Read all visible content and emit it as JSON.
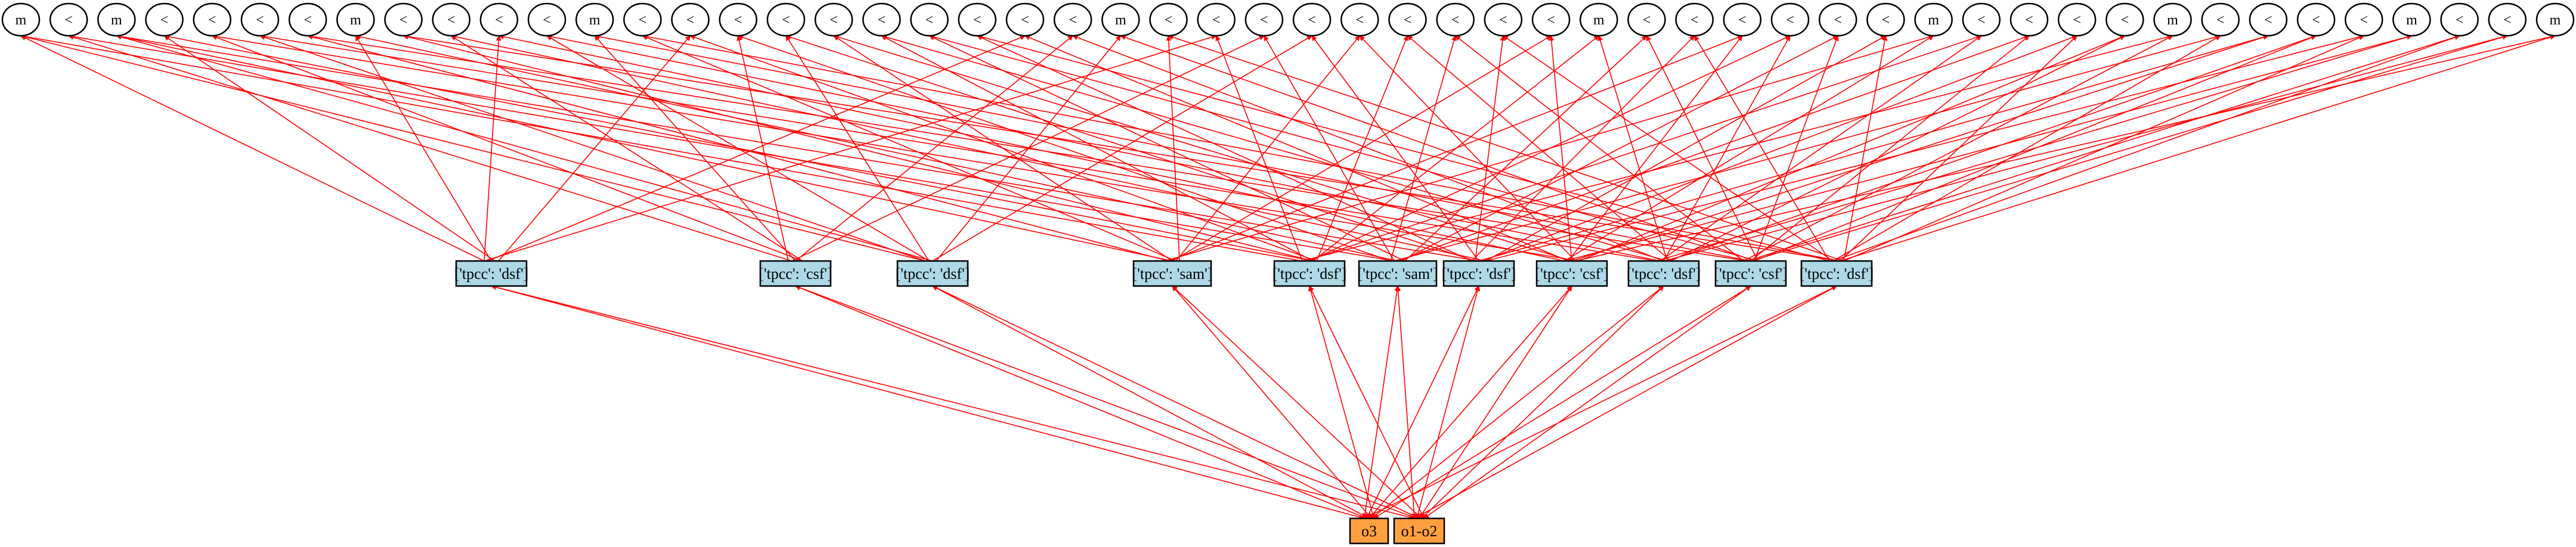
{
  "colors": {
    "edge": "#ff0000",
    "mid_fill": "#add8e6",
    "bot_fill": "#ffa040",
    "node_stroke": "#000000"
  },
  "top_nodes": [
    "m",
    "<",
    "m",
    "<",
    "<",
    "<",
    "<",
    "m",
    "<",
    "<",
    "<",
    "<",
    "m",
    "<",
    "<",
    "<",
    "<",
    "<",
    "<",
    "<",
    "<",
    "<",
    "<",
    "m",
    "<",
    "<",
    "<",
    "<",
    "<",
    "<",
    "<",
    "<",
    "<",
    "m",
    "<",
    "<",
    "<",
    "<",
    "<",
    "<",
    "m",
    "<",
    "<",
    "<",
    "<",
    "m",
    "<",
    "<",
    "<",
    "<",
    "m",
    "<",
    "<",
    "m"
  ],
  "mid_nodes": [
    "['tpcc': 'dsf']",
    "['tpcc': 'csf']",
    "['tpcc': 'dsf']",
    "['tpcc': 'sam']",
    "['tpcc': 'dsf']",
    "['tpcc': 'sam']",
    "['tpcc': 'dsf']",
    "['tpcc': 'csf']",
    "['tpcc': 'dsf']",
    "['tpcc': 'csf']",
    "['tpcc': 'dsf']"
  ],
  "bottom_nodes": [
    "o3",
    "o1-o2"
  ],
  "edges_top_mid": [
    [
      0,
      0
    ],
    [
      0,
      2
    ],
    [
      0,
      4
    ],
    [
      1,
      1
    ],
    [
      1,
      5
    ],
    [
      2,
      2
    ],
    [
      2,
      3
    ],
    [
      2,
      6
    ],
    [
      3,
      0
    ],
    [
      3,
      4
    ],
    [
      4,
      1
    ],
    [
      4,
      7
    ],
    [
      5,
      2
    ],
    [
      5,
      8
    ],
    [
      6,
      3
    ],
    [
      6,
      9
    ],
    [
      7,
      0
    ],
    [
      7,
      5
    ],
    [
      8,
      4
    ],
    [
      8,
      10
    ],
    [
      9,
      1
    ],
    [
      9,
      6
    ],
    [
      10,
      7
    ],
    [
      10,
      0
    ],
    [
      11,
      2
    ],
    [
      11,
      8
    ],
    [
      12,
      1
    ],
    [
      12,
      9
    ],
    [
      13,
      3
    ],
    [
      13,
      10
    ],
    [
      14,
      4
    ],
    [
      14,
      0
    ],
    [
      15,
      5
    ],
    [
      15,
      1
    ],
    [
      16,
      6
    ],
    [
      16,
      2
    ],
    [
      17,
      7
    ],
    [
      17,
      3
    ],
    [
      18,
      8
    ],
    [
      18,
      4
    ],
    [
      19,
      9
    ],
    [
      19,
      5
    ],
    [
      20,
      10
    ],
    [
      20,
      6
    ],
    [
      21,
      0
    ],
    [
      21,
      7
    ],
    [
      22,
      1
    ],
    [
      22,
      8
    ],
    [
      23,
      2
    ],
    [
      23,
      9
    ],
    [
      24,
      3
    ],
    [
      24,
      10
    ],
    [
      25,
      4
    ],
    [
      25,
      0
    ],
    [
      26,
      5
    ],
    [
      26,
      1
    ],
    [
      27,
      6
    ],
    [
      27,
      2
    ],
    [
      28,
      7
    ],
    [
      28,
      3
    ],
    [
      29,
      8
    ],
    [
      29,
      4
    ],
    [
      30,
      9
    ],
    [
      30,
      5
    ],
    [
      31,
      10
    ],
    [
      31,
      6
    ],
    [
      32,
      3
    ],
    [
      32,
      7
    ],
    [
      33,
      4
    ],
    [
      33,
      8
    ],
    [
      34,
      5
    ],
    [
      34,
      9
    ],
    [
      35,
      6
    ],
    [
      35,
      10
    ],
    [
      36,
      7
    ],
    [
      36,
      3
    ],
    [
      37,
      8
    ],
    [
      37,
      4
    ],
    [
      38,
      9
    ],
    [
      38,
      5
    ],
    [
      39,
      10
    ],
    [
      39,
      6
    ],
    [
      40,
      7
    ],
    [
      40,
      3
    ],
    [
      41,
      8
    ],
    [
      41,
      4
    ],
    [
      42,
      9
    ],
    [
      42,
      5
    ],
    [
      43,
      10
    ],
    [
      43,
      6
    ],
    [
      44,
      7
    ],
    [
      44,
      8
    ],
    [
      45,
      9
    ],
    [
      45,
      4
    ],
    [
      46,
      10
    ],
    [
      46,
      5
    ],
    [
      47,
      6
    ],
    [
      47,
      7
    ],
    [
      48,
      8
    ],
    [
      48,
      9
    ],
    [
      49,
      10
    ],
    [
      49,
      6
    ],
    [
      50,
      7
    ],
    [
      50,
      8
    ],
    [
      51,
      9
    ],
    [
      51,
      10
    ],
    [
      52,
      8
    ],
    [
      52,
      9
    ],
    [
      53,
      10
    ],
    [
      53,
      7
    ]
  ],
  "edges_bot_mid": [
    [
      0,
      0
    ],
    [
      0,
      1
    ],
    [
      0,
      2
    ],
    [
      0,
      3
    ],
    [
      0,
      4
    ],
    [
      0,
      5
    ],
    [
      0,
      6
    ],
    [
      0,
      7
    ],
    [
      0,
      8
    ],
    [
      0,
      9
    ],
    [
      0,
      10
    ],
    [
      1,
      0
    ],
    [
      1,
      1
    ],
    [
      1,
      2
    ],
    [
      1,
      3
    ],
    [
      1,
      4
    ],
    [
      1,
      5
    ],
    [
      1,
      6
    ],
    [
      1,
      7
    ],
    [
      1,
      8
    ],
    [
      1,
      9
    ],
    [
      1,
      10
    ]
  ]
}
